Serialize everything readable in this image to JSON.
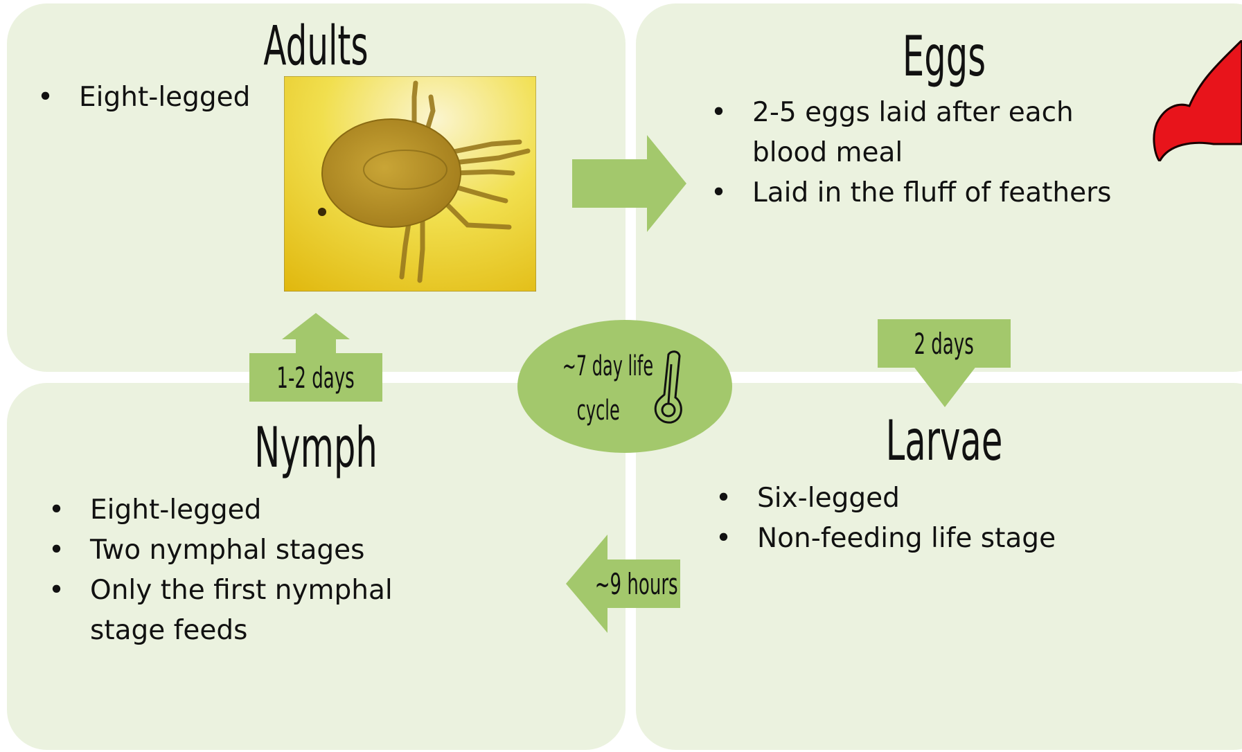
{
  "stages": {
    "adults": {
      "title": "Adults",
      "bullets": [
        "Eight-legged"
      ]
    },
    "eggs": {
      "title": "Eggs",
      "bullets": [
        "2-5 eggs laid after each blood meal",
        "Laid in the fluff of feathers"
      ]
    },
    "nymph": {
      "title": "Nymph",
      "bullets": [
        "Eight-legged",
        "Two nymphal stages",
        "Only the first nymphal stage feeds"
      ]
    },
    "larvae": {
      "title": "Larvae",
      "bullets": [
        "Six-legged",
        "Non-feeding life stage"
      ]
    }
  },
  "transitions": {
    "eggs_to_larvae": "2 days",
    "larvae_to_nymph": "~9 hours",
    "nymph_to_adults": "1-2 days"
  },
  "center": {
    "line1": "~7 day life",
    "line2": "cycle",
    "icon": "thermometer-icon"
  },
  "images": {
    "adult_photo": "mite-photo",
    "corner_graphic": "red-flame-icon"
  },
  "colors": {
    "panel": "#ebf2df",
    "accent": "#a3c86c",
    "flame": "#e8141b"
  }
}
